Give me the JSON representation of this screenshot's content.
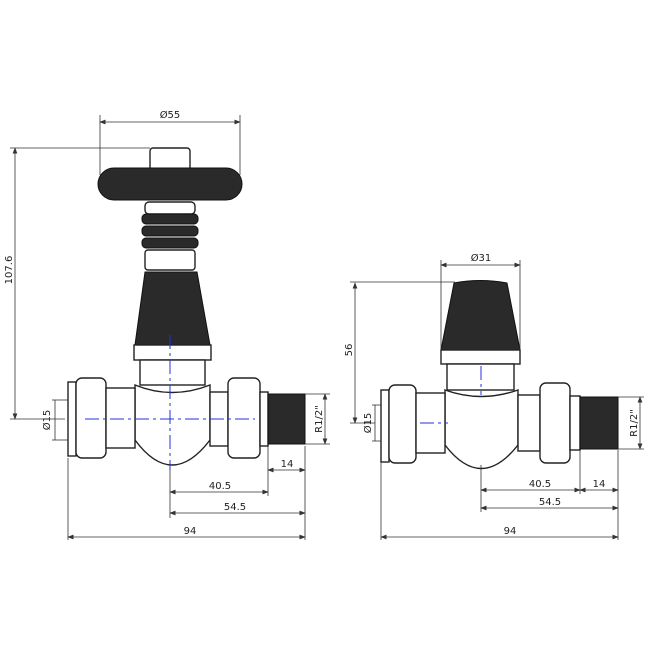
{
  "left_valve": {
    "head_diameter": "Ø55",
    "height": "107.6",
    "pipe_diameter": "Ø15",
    "thread": "R1/2\"",
    "tail_length": "14",
    "center_to_nut": "40.5",
    "center_to_end": "54.5",
    "overall_length": "94"
  },
  "right_valve": {
    "head_diameter": "Ø31",
    "height": "56",
    "pipe_diameter": "Ø15",
    "thread": "R1/2\"",
    "tail_length": "14",
    "center_to_nut": "40.5",
    "center_to_end": "54.5",
    "overall_length": "94"
  },
  "colors": {
    "line": "#222222",
    "centerline": "#2233dd"
  }
}
